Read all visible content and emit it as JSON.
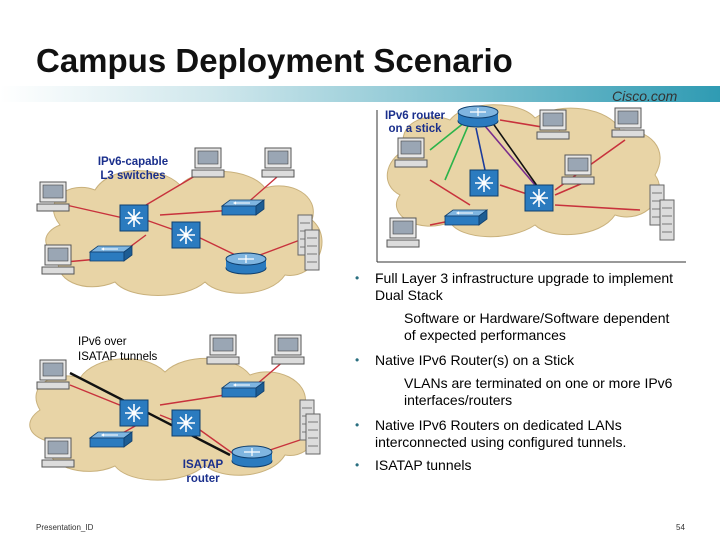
{
  "title": "Campus Deployment Scenario",
  "logo": "Cisco.com",
  "labels": {
    "router_on_stick": [
      "IPv6 router",
      "on a stick"
    ],
    "l3_switches": [
      "IPv6-capable",
      "L3 switches"
    ],
    "isatap_tunnels": [
      "IPv6 over",
      "ISATAP tunnels"
    ],
    "isatap_router": [
      "ISATAP",
      "router"
    ]
  },
  "bullets": [
    {
      "text": "Full Layer 3 infrastructure upgrade to implement Dual Stack",
      "sub": "Software or Hardware/Software dependent of expected performances"
    },
    {
      "text": "Native IPv6 Router(s) on a Stick",
      "sub": "VLANs are terminated on one or more IPv6 interfaces/routers"
    },
    {
      "text": "Native IPv6 Routers on dedicated LANs interconnected using configured tunnels."
    },
    {
      "text": "ISATAP tunnels"
    }
  ],
  "footer": "Presentation_ID",
  "page_number": "54",
  "colors": {
    "accent": "#2f9bb3",
    "device": "#2b7bbf",
    "cloud": "#e8d4a6",
    "label_blue": "#1a2f8c",
    "link": "#c8323c"
  }
}
